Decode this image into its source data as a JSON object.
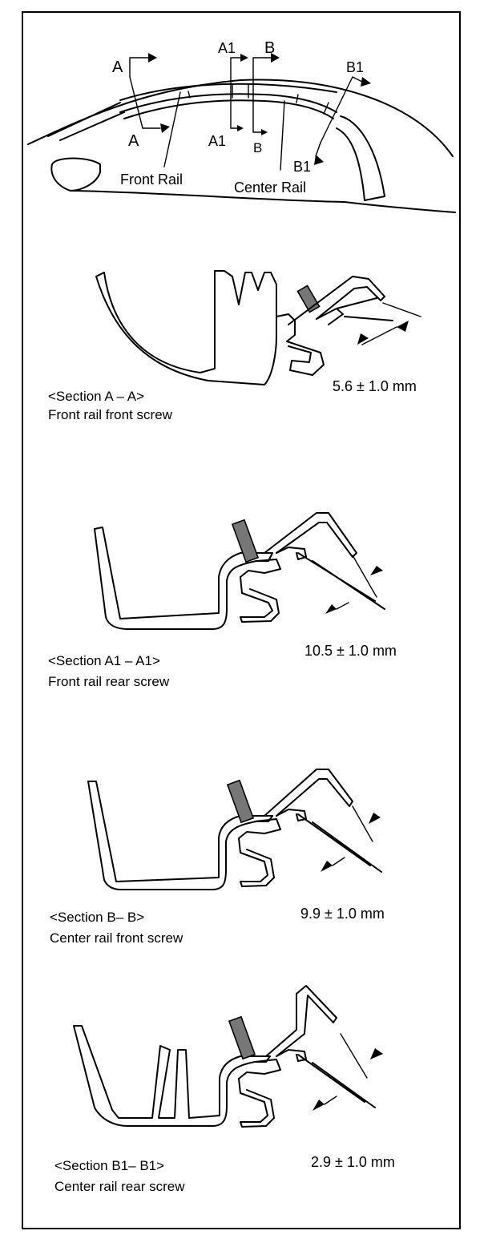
{
  "overview": {
    "section_marks": {
      "a_top": "A",
      "a_bottom": "A",
      "a1_top": "A1",
      "a1_bottom": "A1",
      "b_top": "B",
      "b_bottom": "B",
      "b1_top": "B1",
      "b1_bottom": "B1"
    },
    "front_rail_label": "Front Rail",
    "center_rail_label": "Center Rail"
  },
  "sections": [
    {
      "title": "<Section A – A>",
      "caption": "Front rail front screw",
      "dimension": "5.6 ± 1.0 mm"
    },
    {
      "title": "<Section A1 – A1>",
      "caption": "Front rail rear screw",
      "dimension": "10.5 ± 1.0 mm"
    },
    {
      "title": "<Section  B– B>",
      "caption": "Center rail front screw",
      "dimension": "9.9 ± 1.0 mm"
    },
    {
      "title": "<Section  B1– B1>",
      "caption": "Center rail rear screw",
      "dimension": "2.9 ± 1.0 mm"
    }
  ]
}
